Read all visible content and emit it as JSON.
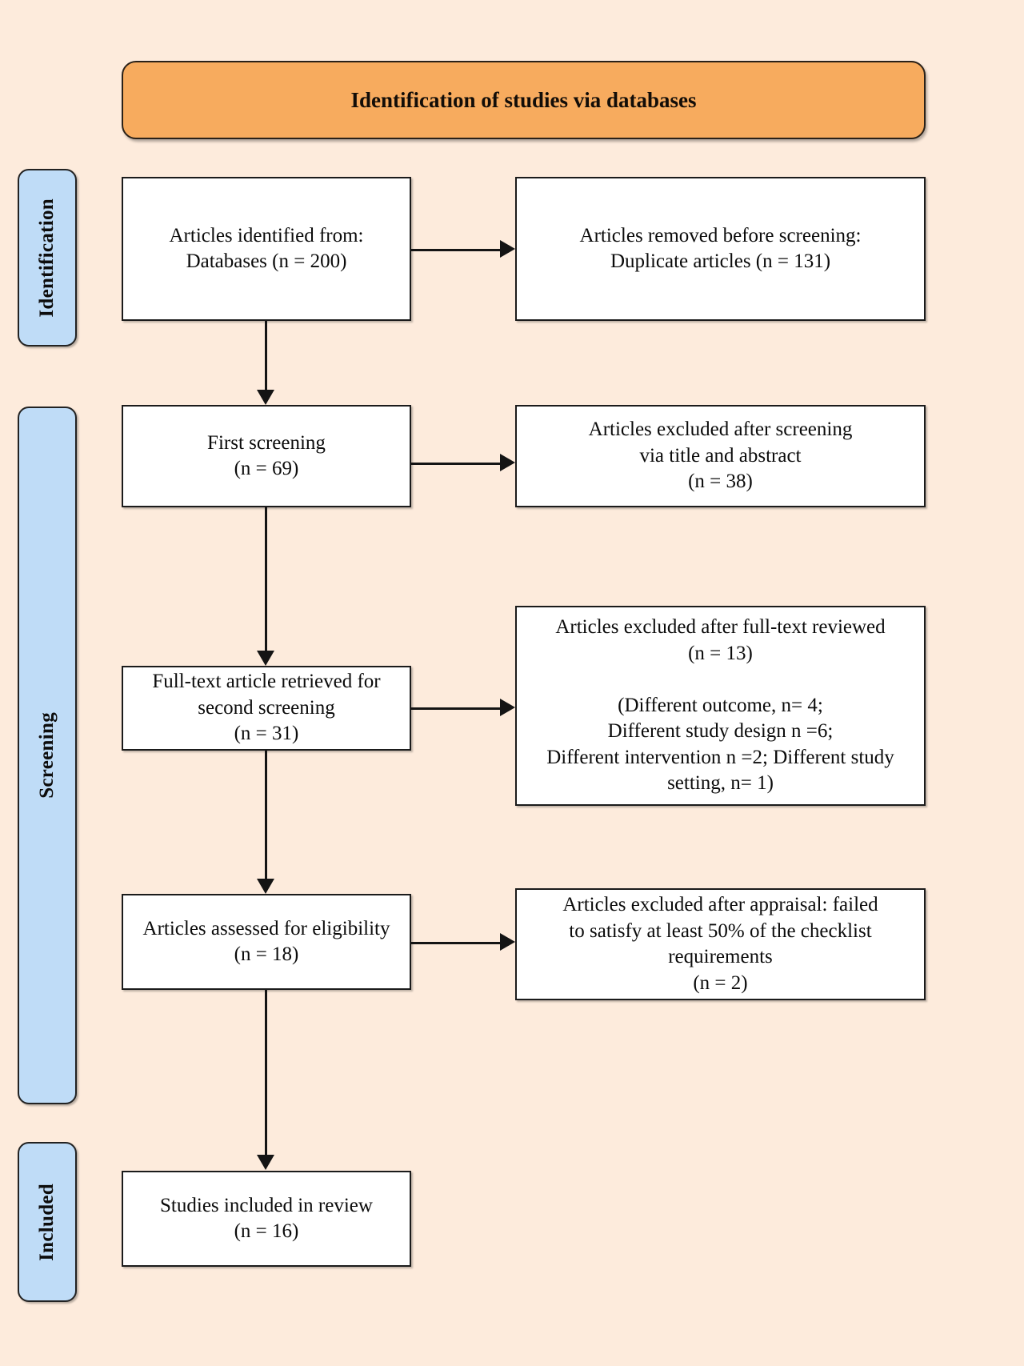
{
  "figure": {
    "type": "prisma-flow-diagram",
    "background_color": "#fdebdc",
    "banner_color": "#f7ab5e",
    "stage_color": "#bfdcf7",
    "box_color": "#ffffff",
    "line_color": "#141414"
  },
  "banner": {
    "title": "Identification of studies via databases"
  },
  "stages": [
    {
      "id": "identification",
      "label": "Identification"
    },
    {
      "id": "screening",
      "label": "Screening"
    },
    {
      "id": "included",
      "label": "Included"
    }
  ],
  "nodes": {
    "identified": {
      "text": "Articles identified from:\nDatabases (n = 200)"
    },
    "removed_before_screening": {
      "text": "Articles removed before screening:\nDuplicate articles (n = 131)"
    },
    "first_screening": {
      "text": "First screening\n(n = 69)"
    },
    "excluded_title_abstract": {
      "text": "Articles excluded after screening\nvia title and abstract\n(n = 38)"
    },
    "full_text_retrieved": {
      "text": "Full-text article retrieved for\nsecond screening\n(n = 31)"
    },
    "excluded_full_text": {
      "text": "Articles excluded after full-text reviewed\n(n = 13)\n\n(Different outcome, n= 4;\nDifferent study design n =6;\nDifferent intervention n =2; Different study\nsetting, n= 1)"
    },
    "assessed_eligibility": {
      "text": "Articles assessed for eligibility\n(n = 18)"
    },
    "excluded_appraisal": {
      "text": "Articles excluded after appraisal: failed\nto satisfy at least 50% of the checklist\nrequirements\n(n = 2)"
    },
    "included_review": {
      "text": "Studies included in review\n(n = 16)"
    }
  },
  "chart_data": {
    "type": "diagram",
    "title": "Identification of studies via databases",
    "stages": [
      "Identification",
      "Screening",
      "Included"
    ],
    "flow": [
      {
        "step": "Articles identified from databases",
        "n": 200
      },
      {
        "step": "Articles removed before screening (duplicates)",
        "n": 131
      },
      {
        "step": "First screening",
        "n": 69
      },
      {
        "step": "Articles excluded after screening via title and abstract",
        "n": 38
      },
      {
        "step": "Full-text article retrieved for second screening",
        "n": 31
      },
      {
        "step": "Articles excluded after full-text reviewed",
        "n": 13
      },
      {
        "step": "Articles assessed for eligibility",
        "n": 18
      },
      {
        "step": "Articles excluded after appraisal",
        "n": 2
      },
      {
        "step": "Studies included in review",
        "n": 16
      }
    ],
    "full_text_exclusion_reasons": [
      {
        "reason": "Different outcome",
        "n": 4
      },
      {
        "reason": "Different study design",
        "n": 6
      },
      {
        "reason": "Different intervention",
        "n": 2
      },
      {
        "reason": "Different study setting",
        "n": 1
      }
    ]
  }
}
